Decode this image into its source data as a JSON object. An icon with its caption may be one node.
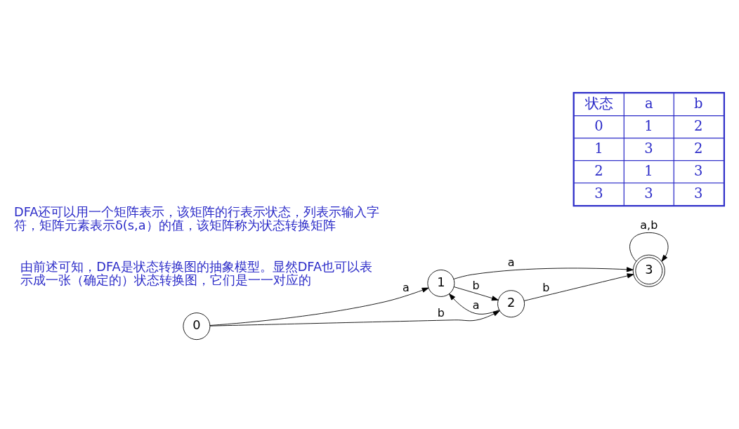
{
  "diagram": {
    "nodes": [
      {
        "text": [
          "0"
        ]
      },
      {
        "text": [
          "1"
        ]
      },
      {
        "text": [
          "2"
        ]
      },
      {
        "text": [
          "3"
        ]
      }
    ],
    "edges": [
      {
        "from": 0,
        "to": 1,
        "arrow": "to",
        "label": "a"
      },
      {
        "from": 0,
        "to": 2,
        "arrow": "to",
        "label": "b"
      },
      {
        "from": 1,
        "to": 3,
        "arrow": "to",
        "label": "a"
      },
      {
        "from": 1,
        "to": 2,
        "arrow": "to",
        "label": "b"
      },
      {
        "from": 2,
        "to": 1,
        "arrow": "to",
        "label": "a"
      },
      {
        "from": 2,
        "to": 3,
        "arrow": "to",
        "label": "b"
      },
      {
        "from": 3,
        "to": 3,
        "arrow": "to",
        "label": "a,b"
      }
    ],
    "labels": [
      "由前述可知，DFA是状态转换图的抽象模型。显然DFA也可以表示成一张（确定的）状态转换图，它们是一一对应的",
      "DFA还可以用一个矩阵表示，该矩阵的行表示状态，列表示输入字符，矩阵元素表示δ(s,a）的值，该矩阵称为状态转换矩阵",
      "状态",
      "a",
      "b",
      "0",
      "1",
      "2",
      "1",
      "3",
      "2",
      "2",
      "1",
      "3",
      "3",
      "3",
      "3"
    ]
  }
}
